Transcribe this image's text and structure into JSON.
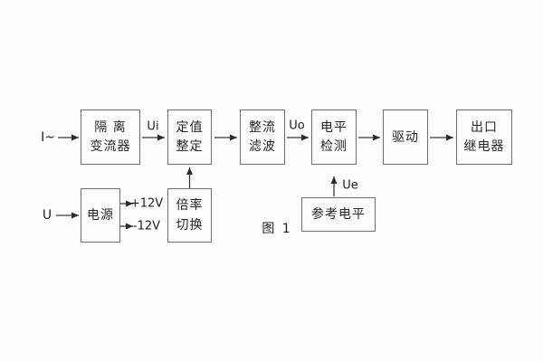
{
  "figure": {
    "caption": "图 1",
    "type": "functional-block-diagram"
  },
  "colors": {
    "background": "#fdfdfd",
    "line": "#3a3a3a",
    "block_border": "#6f6f6f",
    "text": "#262626"
  },
  "blocks": {
    "isolation_transformer": {
      "line1": "隔 离",
      "line2": "变流器"
    },
    "setting_adjustment": {
      "line1": "定值",
      "line2": "整定"
    },
    "rectify_filter": {
      "line1": "整流",
      "line2": "滤波"
    },
    "level_detect": {
      "line1": "电平",
      "line2": "检测"
    },
    "drive": {
      "line1": "驱动"
    },
    "output_relay": {
      "line1": "出口",
      "line2": "继电器"
    },
    "power_supply": {
      "line1": "电源"
    },
    "multiplier_switch": {
      "line1": "倍率",
      "line2": "切换"
    },
    "reference_level": {
      "line1": "参考电平"
    }
  },
  "signals": {
    "input_current": "I~",
    "input_voltage": "U",
    "ui": "Ui",
    "uo": "Uo",
    "ue": "Ue",
    "plus_12v": "+12V",
    "minus_12v": "-12V"
  }
}
